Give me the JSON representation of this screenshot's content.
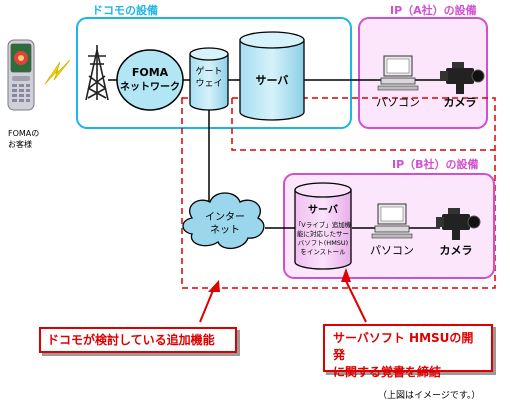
{
  "colors": {
    "docomo_frame": "#1fb4e6",
    "ip_frame": "#d050d0",
    "ip_fill": "#fbe6fb",
    "proposal_frame": "#e00000",
    "cylinder_fill": "#b3e6f5",
    "server_b_fill": "#f5cff5",
    "cloud_fill": "#9ad7ec"
  },
  "phone": {
    "caption_line1": "FOMAの",
    "caption_line2": "お客様"
  },
  "docomo_facility": {
    "title": "ドコモの設備"
  },
  "foma_network": {
    "line1": "FOMA",
    "line2": "ネットワーク"
  },
  "gateway": {
    "line1": "ゲート",
    "line2": "ウェイ"
  },
  "server_main": {
    "label": "サーバ"
  },
  "ip_a": {
    "title": "IP（A社）の設備",
    "pc_label": "パソコン",
    "camera_label": "カメラ"
  },
  "ip_b": {
    "title": "IP（B社）の設備",
    "server_label": "サーバ",
    "server_desc": [
      "「Vライブ」追加機",
      "能に対応したサー",
      "バソフト(HMSU)",
      "をインストール"
    ],
    "pc_label": "パソコン",
    "camera_label": "カメラ"
  },
  "internet": {
    "line1": "インター",
    "line2": "ネット"
  },
  "callouts": {
    "docomo_feature": "ドコモが検討している追加機能",
    "hmsu_line1": "サーバソフト HMSUの開発",
    "hmsu_line2": "に関する覚書を締結"
  },
  "note": "（上図はイメージです。）"
}
